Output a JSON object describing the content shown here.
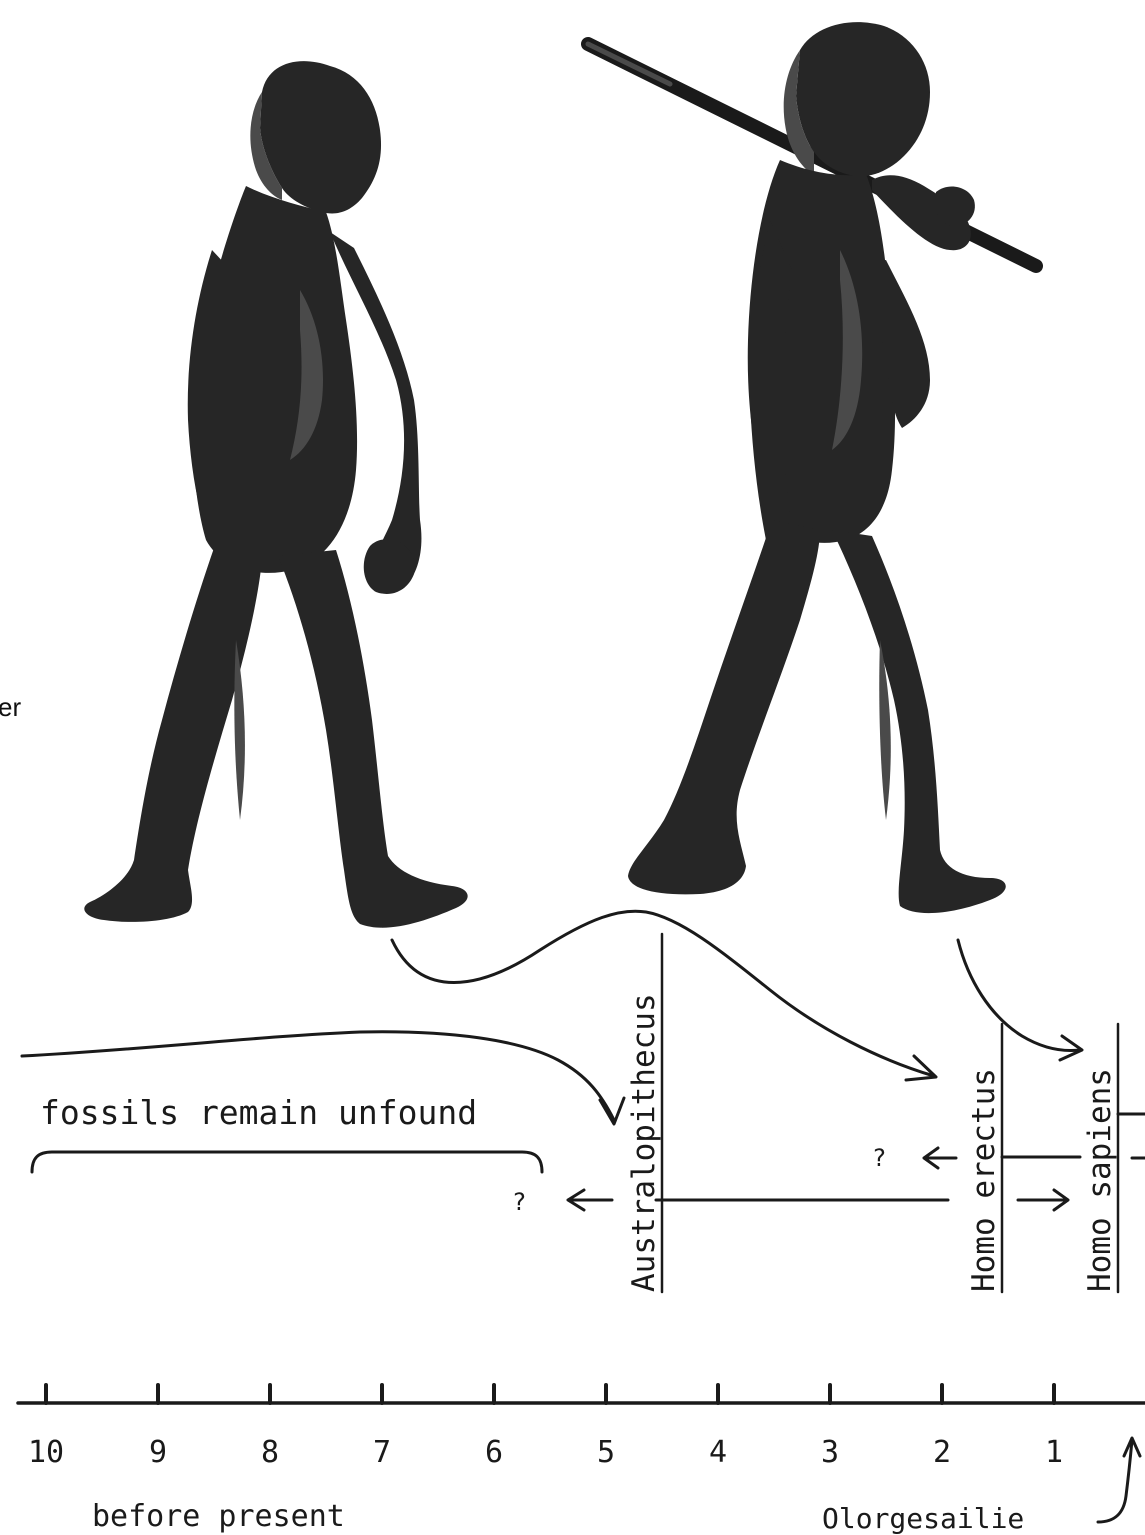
{
  "edge_fragment_text": "er",
  "figures": [
    {
      "id": "ape-like-hominid",
      "label": ""
    },
    {
      "id": "spear-carrying-hominid",
      "label": ""
    }
  ],
  "taxa": [
    {
      "name": "Australopithecus"
    },
    {
      "name": "Homo erectus"
    },
    {
      "name": "Homo sapiens"
    }
  ],
  "gap_label": "fossils remain unfound",
  "question_marks": [
    "?",
    "?"
  ],
  "timeline": {
    "ticks": [
      "10",
      "9",
      "8",
      "7",
      "6",
      "5",
      "4",
      "3",
      "2",
      "1"
    ],
    "axis_caption": "before present",
    "site_label": "Olorgesailie"
  },
  "colors": {
    "ink": "#1a1a1a",
    "paper": "#ffffff"
  }
}
